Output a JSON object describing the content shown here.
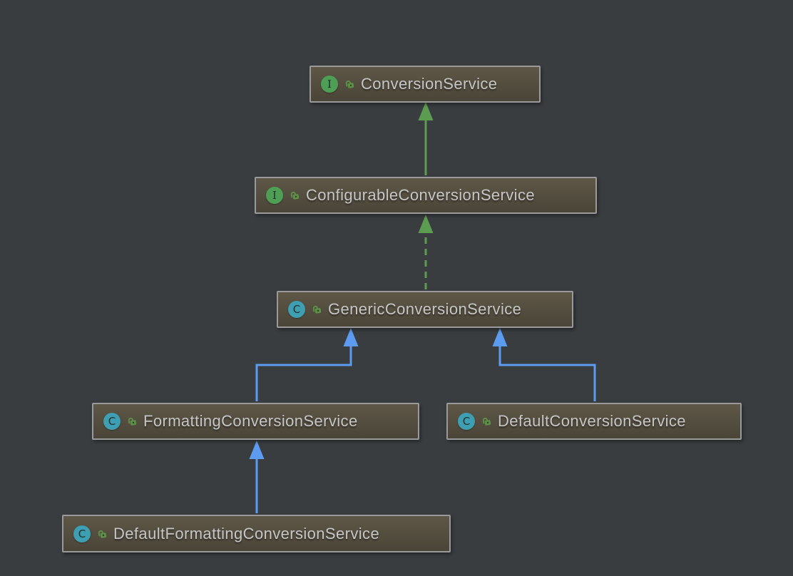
{
  "diagram": {
    "type": "uml-class-hierarchy",
    "nodes": [
      {
        "id": "ConversionService",
        "label": "ConversionService",
        "kind": "interface",
        "icon_letter": "I",
        "visibility": "public"
      },
      {
        "id": "ConfigurableConversionService",
        "label": "ConfigurableConversionService",
        "kind": "interface",
        "icon_letter": "I",
        "visibility": "public"
      },
      {
        "id": "GenericConversionService",
        "label": "GenericConversionService",
        "kind": "class",
        "icon_letter": "C",
        "visibility": "public"
      },
      {
        "id": "FormattingConversionService",
        "label": "FormattingConversionService",
        "kind": "class",
        "icon_letter": "C",
        "visibility": "public"
      },
      {
        "id": "DefaultConversionService",
        "label": "DefaultConversionService",
        "kind": "class",
        "icon_letter": "C",
        "visibility": "public"
      },
      {
        "id": "DefaultFormattingConversionService",
        "label": "DefaultFormattingConversionService",
        "kind": "class",
        "icon_letter": "C",
        "visibility": "public"
      }
    ],
    "edges": [
      {
        "from": "ConfigurableConversionService",
        "to": "ConversionService",
        "type": "extends",
        "line": "solid",
        "color": "#5C9C50"
      },
      {
        "from": "GenericConversionService",
        "to": "ConfigurableConversionService",
        "type": "implements",
        "line": "dashed",
        "color": "#5C9C50"
      },
      {
        "from": "FormattingConversionService",
        "to": "GenericConversionService",
        "type": "extends",
        "line": "solid",
        "color": "#5D9BF0"
      },
      {
        "from": "DefaultConversionService",
        "to": "GenericConversionService",
        "type": "extends",
        "line": "solid",
        "color": "#5D9BF0"
      },
      {
        "from": "DefaultFormattingConversionService",
        "to": "FormattingConversionService",
        "type": "extends",
        "line": "solid",
        "color": "#5D9BF0"
      }
    ]
  },
  "colors": {
    "background": "#3A3D40",
    "node_fill_top": "#5E5747",
    "node_fill_bottom": "#4A4538",
    "node_border": "#9A9A9A",
    "node_text": "#C6C6C6",
    "interface_icon": "#4F9E55",
    "class_icon": "#3E9FB2",
    "lock_icon": "#5E9148",
    "arrow_green": "#5C9C50",
    "arrow_blue": "#5D9BF0"
  }
}
